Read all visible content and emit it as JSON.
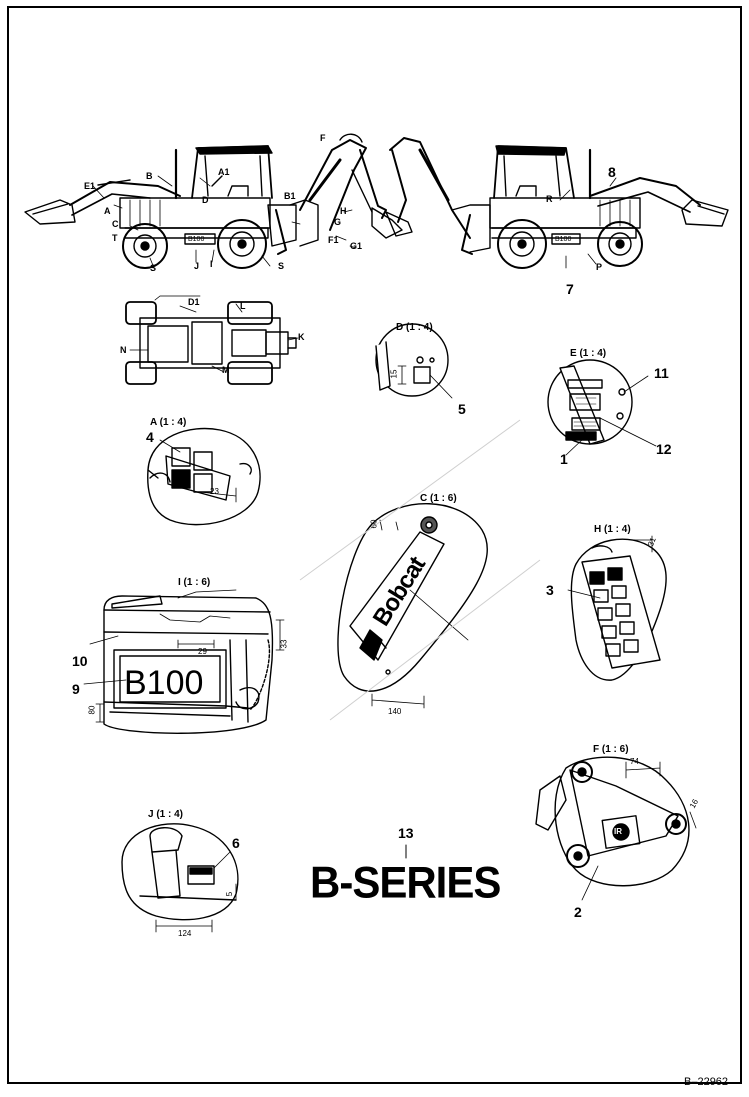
{
  "views": {
    "A": "A (1 : 4)",
    "C": "C (1 : 6)",
    "D": "D (1 : 4)",
    "E": "E (1 : 4)",
    "F": "F (1 : 6)",
    "H": "H (1 : 4)",
    "I": "I (1 : 6)",
    "J": "J (1 : 4)"
  },
  "callouts": {
    "n1": "1",
    "n2": "2",
    "n3": "3",
    "n4": "4",
    "n5": "5",
    "n6": "6",
    "n7": "7",
    "n8": "8",
    "n9": "9",
    "n10": "10",
    "n11": "11",
    "n12": "12",
    "n13": "13"
  },
  "machine_letters": {
    "E1": "E1",
    "A": "A",
    "A1": "A1",
    "B": "B",
    "C": "C",
    "T": "T",
    "S": "S",
    "J": "J",
    "I": "I",
    "S2": "S",
    "B1": "B1",
    "F": "F",
    "G": "G",
    "H": "H",
    "F1": "F1",
    "G1": "G1",
    "D": "D",
    "R": "R",
    "P": "P",
    "D1": "D1",
    "L": "L",
    "N": "N",
    "M": "M",
    "K": "K"
  },
  "dimensions": {
    "d15": "15",
    "d23": "23",
    "d60": "60",
    "d140": "140",
    "d31": "31",
    "d29": "29",
    "d33": "33",
    "d80": "80",
    "d74": "74",
    "d16": "16",
    "d5": "5",
    "d124": "124"
  },
  "decals": {
    "bobcat": "Bobcat",
    "b100": "B100",
    "b100_small": "B100",
    "ir": "IR"
  },
  "title": "B-SERIES",
  "drawing_ref": "B–22962",
  "colors": {
    "ink": "#000000",
    "paper": "#ffffff",
    "shade": "#d9d9d9"
  }
}
